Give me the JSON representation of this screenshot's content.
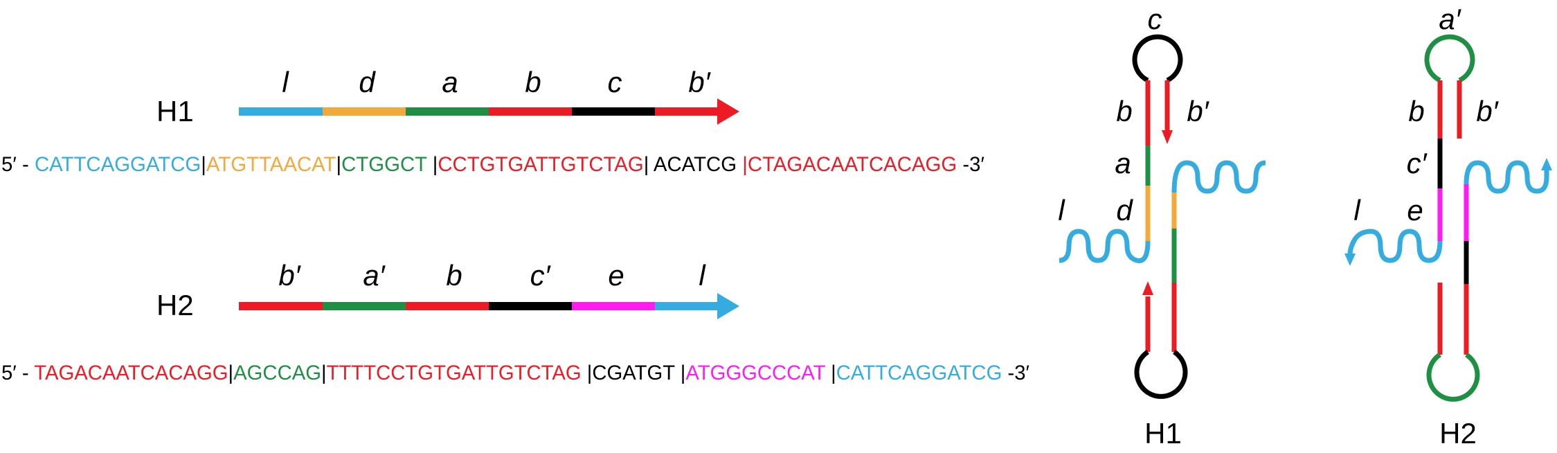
{
  "colors": {
    "l": "#35ace0",
    "d": "#f2a93b",
    "a": "#1f8f43",
    "b": "#ec1c24",
    "c": "#000000",
    "e": "#ff1cf0",
    "black": "#000000"
  },
  "h1": {
    "name": "H1",
    "domains": [
      "l",
      "d",
      "a",
      "b",
      "c",
      "b′"
    ],
    "seq_prefix": "5′ - ",
    "segments": [
      {
        "text": "CATTCAGGATCG",
        "color": "l"
      },
      {
        "text": "|",
        "color": "black"
      },
      {
        "text": "ATGTTAACAT",
        "color": "d"
      },
      {
        "text": "|",
        "color": "black"
      },
      {
        "text": "CTGGCT ",
        "color": "a"
      },
      {
        "text": "|",
        "color": "black"
      },
      {
        "text": "CCTGTGATTGTCTAG",
        "color": "b"
      },
      {
        "text": "| ACATCG ",
        "color": "black"
      },
      {
        "text": "|CTAGACAATCACAGG",
        "color": "b"
      }
    ],
    "seq_suffix": " -3′"
  },
  "h2": {
    "name": "H2",
    "domains": [
      "b′",
      "a′",
      "b",
      "c′",
      "e",
      "l"
    ],
    "seq_prefix": "5′ - ",
    "segments": [
      {
        "text": "TAGACAATCACAGG",
        "color": "b"
      },
      {
        "text": "|",
        "color": "black"
      },
      {
        "text": "AGCCAG",
        "color": "a"
      },
      {
        "text": "|",
        "color": "black"
      },
      {
        "text": "TTTTCCTGTGATTGTCTAG",
        "color": "b"
      },
      {
        "text": " |CGATGT |",
        "color": "black"
      },
      {
        "text": "ATGGGCCCAT ",
        "color": "e"
      },
      {
        "text": "|",
        "color": "black"
      },
      {
        "text": "CATTCAGGATCG",
        "color": "l"
      }
    ],
    "seq_suffix": " -3′"
  },
  "hairpin1": {
    "name": "H1",
    "loop_label": "c",
    "left_labels": [
      "b",
      "a",
      "d"
    ],
    "right_labels": [
      "b′"
    ],
    "tail_label": "l"
  },
  "hairpin2": {
    "name": "H2",
    "loop_label": "a′",
    "left_labels": [
      "b",
      "c′",
      "e"
    ],
    "right_labels": [
      "b′"
    ],
    "tail_label": "l"
  }
}
